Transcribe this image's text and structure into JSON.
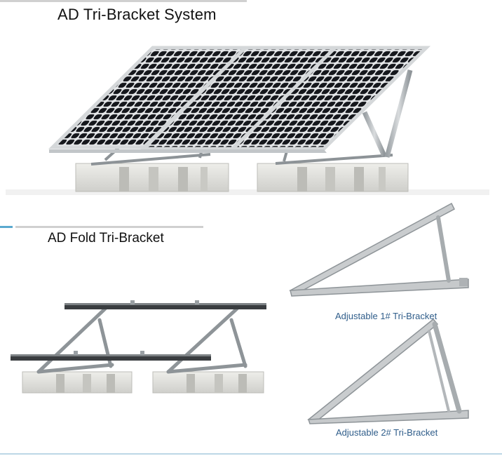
{
  "header": {
    "title": "AD Tri-Bracket System"
  },
  "section_fold": {
    "title": "AD Fold Tri-Bracket"
  },
  "products": [
    {
      "caption": "Adjustable 1# Tri-Bracket"
    },
    {
      "caption": "Adjustable 2# Tri-Bracket"
    }
  ],
  "colors": {
    "accent_blue": "#5aa9cf",
    "rule_gray": "#c9c9c9",
    "caption_blue": "#2f5d8a",
    "panel_cell": "#16181d",
    "frame_silver": "#d8dadb",
    "concrete": "#dcdcd8"
  }
}
